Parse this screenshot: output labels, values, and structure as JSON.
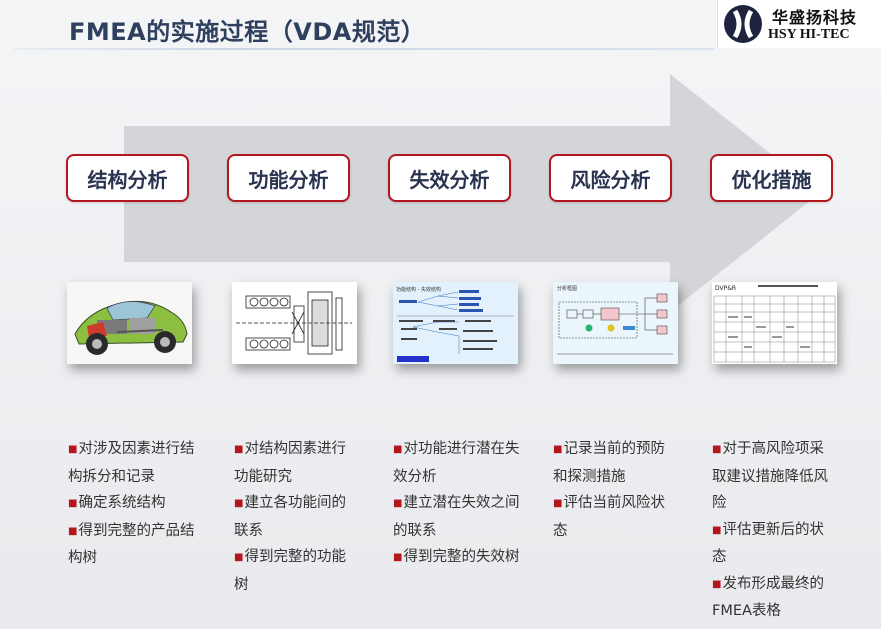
{
  "title": "FMEA的实施过程（VDA规范）",
  "logo": {
    "cn": "华盛扬科技",
    "en": "HSY HI-TEC"
  },
  "colors": {
    "accent_red": "#b3161d",
    "title_navy": "#2f3f5e",
    "arrow_gray": "#d0d2d6"
  },
  "steps": [
    {
      "label": "结构分析",
      "thumb": {
        "kind": "car-cutaway-image"
      },
      "bullets": [
        "对涉及因素进行结构拆分和记录",
        "确定系统结构",
        "得到完整的产品结构树"
      ]
    },
    {
      "label": "功能分析",
      "thumb": {
        "kind": "mechanical-drawing"
      },
      "bullets": [
        "对结构因素进行功能研究",
        "建立各功能间的联系",
        "得到完整的功能树"
      ]
    },
    {
      "label": "失效分析",
      "thumb": {
        "kind": "failure-structure-diagram",
        "caption": "功能结构 - 失效结构"
      },
      "bullets": [
        "对功能进行潜在失效分析",
        "建立潜在失效之间的联系",
        "得到完整的失效树"
      ]
    },
    {
      "label": "风险分析",
      "thumb": {
        "kind": "analysis-flow-diagram",
        "caption": "分析框图"
      },
      "bullets": [
        "记录当前的预防和探测措施",
        "评估当前风险状态"
      ]
    },
    {
      "label": "优化措施",
      "thumb": {
        "kind": "dvp-table",
        "caption": "DVP&R"
      },
      "bullets": [
        "对于高风险项采取建议措施降低风险",
        "评估更新后的状态",
        "发布形成最终的FMEA表格"
      ]
    }
  ]
}
